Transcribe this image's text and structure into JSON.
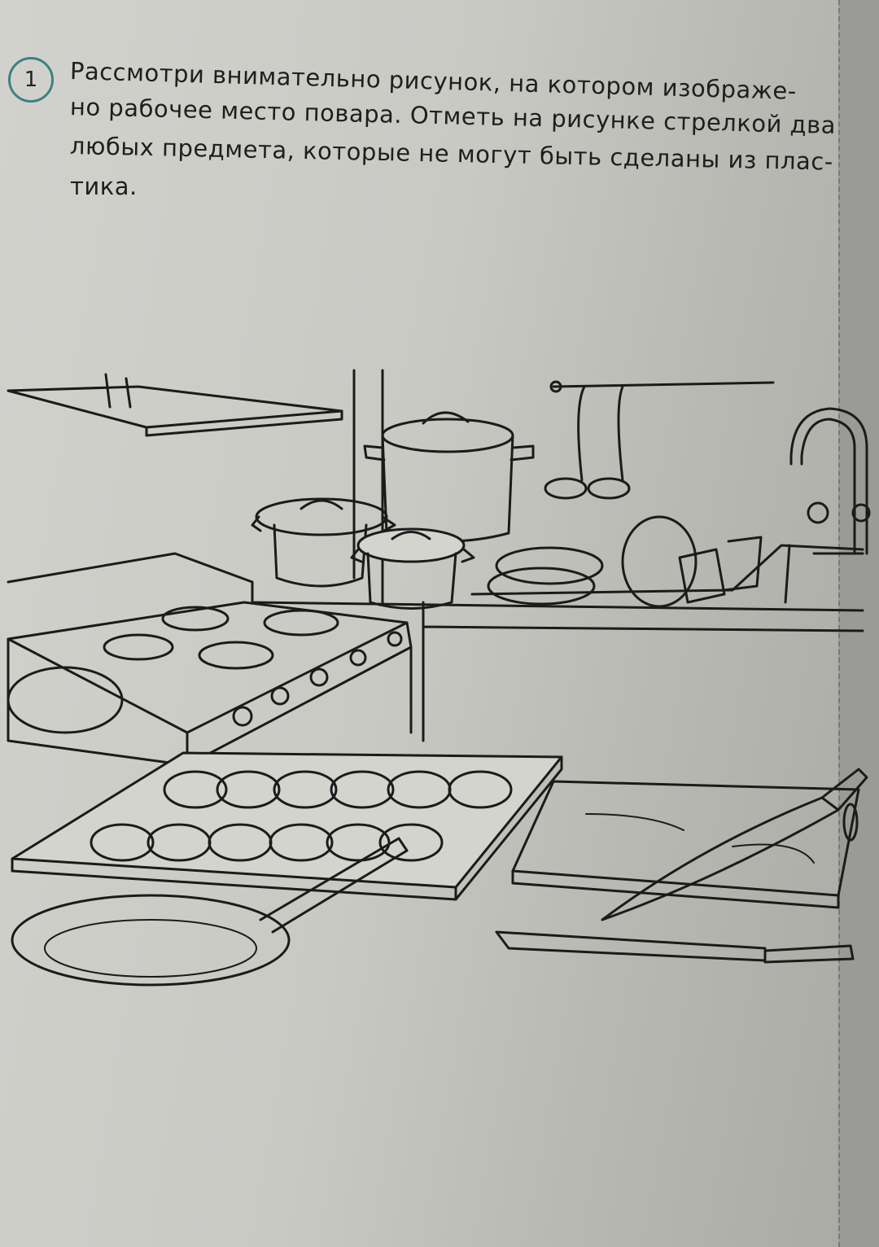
{
  "task": {
    "number": "1",
    "lines": [
      "Рассмотри внимательно рисунок, на котором изображе-",
      "но рабочее место повара. Отметь на рисунке стрелкой два",
      "любых предмета, которые не могут быть сделаны из плас-",
      "тика."
    ]
  }
}
